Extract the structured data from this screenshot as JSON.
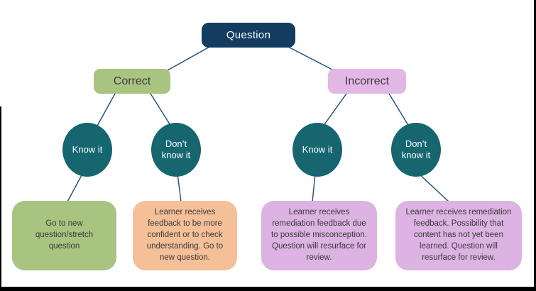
{
  "nodes": {
    "question": {
      "label": "Question"
    },
    "correct": {
      "label": "Correct"
    },
    "incorrect": {
      "label": "Incorrect"
    },
    "know_it_left": {
      "label": "Know it"
    },
    "dont_know_it_left": {
      "label": "Don’t know it"
    },
    "know_it_right": {
      "label": "Know it"
    },
    "dont_know_it_right": {
      "label": "Don’t know it"
    }
  },
  "outcomes": [
    {
      "text": "Go to new question/stretch question"
    },
    {
      "text": "Learner receives feedback to be more confident or to check understanding. Go to new question."
    },
    {
      "text": "Learner receives remediation feedback due to possible misconception. Question will resurface for review."
    },
    {
      "text": "Learner receives remediation feedback. Possibility that content has not yet been learned. Question will resurface for review."
    }
  ],
  "colors": {
    "question_navy": "#123d61",
    "decision_teal": "#15666f",
    "correct_green": "#a9c480",
    "incorrect_pink": "#e2b7e5",
    "feedback_peach": "#f5bf97",
    "remediation_purple": "#dcb3e2",
    "connector_navy": "#1b4d7a",
    "dark_text": "#3c3c3c"
  }
}
